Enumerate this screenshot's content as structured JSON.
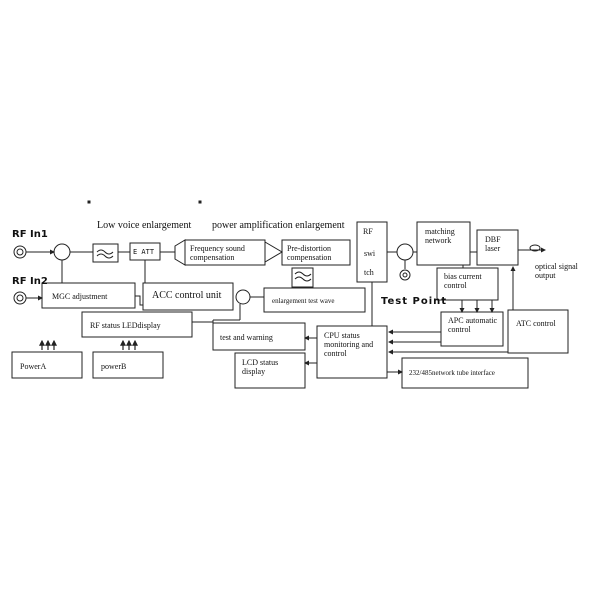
{
  "labels": {
    "rf_in1": "RF  In1",
    "rf_in2": "RF  In2",
    "low_voice": "Low voice enlargement",
    "power_amp": "power amplification enlargement",
    "e_att": "E ATT",
    "freq_comp": "Frequency sound compensation",
    "pre_distortion": "Pre-distortion compensation",
    "rf_switch": [
      "RF",
      "swi",
      "tch"
    ],
    "test_point": "Test Point",
    "matching_network": "matching network",
    "dbf_laser": "DBF laser",
    "optical_output": "optical      signal output",
    "mgc": "MGC adjustment",
    "acc": "ACC control unit",
    "enlargement_test": "enlargement test wave",
    "rf_status_led": "RF status LEDdisplay",
    "test_warning": "test and warning",
    "lcd": "LCD        status display",
    "cpu": "CPU          status monitoring and control",
    "bias": "bias   current control",
    "apc": "APC automatic control",
    "atc": "ATC control",
    "interface": "232/485network tube interface",
    "power_a": "PowerA",
    "power_b": "powerB"
  }
}
